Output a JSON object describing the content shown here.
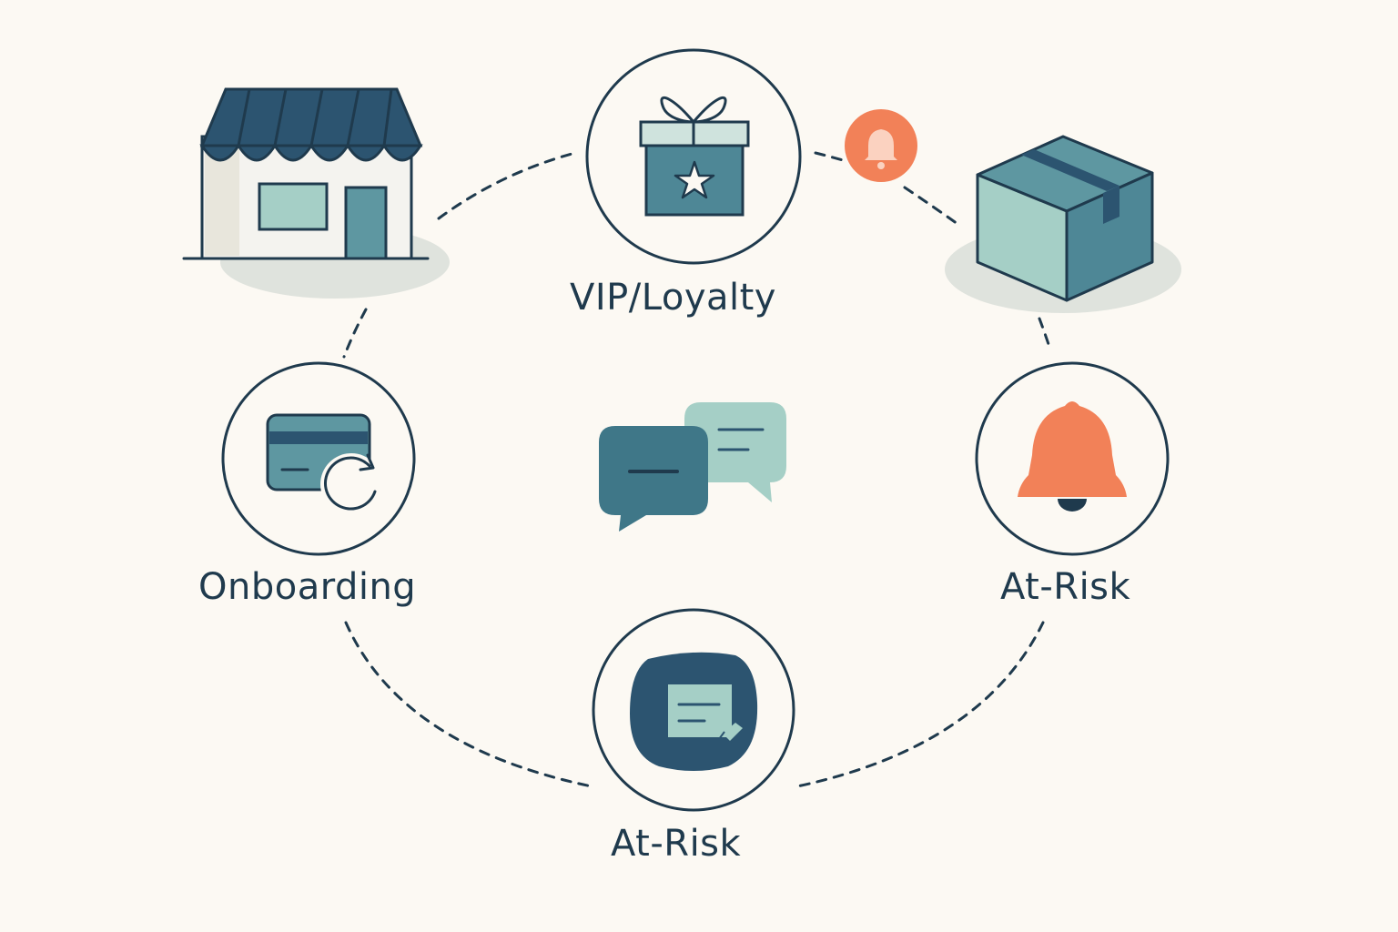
{
  "nodes": {
    "vip": {
      "label": "VIP/Loyalty",
      "icon": "gift-icon"
    },
    "onboarding": {
      "label": "Onboarding",
      "icon": "credit-card-refresh-icon"
    },
    "at_risk_right": {
      "label": "At-Risk",
      "icon": "bell-icon"
    },
    "at_risk_bottom": {
      "label": "At-Risk",
      "icon": "message-note-icon"
    },
    "store": {
      "icon": "storefront-icon"
    },
    "package": {
      "icon": "package-box-icon"
    },
    "center": {
      "icon": "chat-bubbles-icon"
    },
    "notification": {
      "icon": "notification-bell-icon"
    }
  },
  "colors": {
    "background": "#fcf9f3",
    "navy": "#2c5470",
    "teal": "#4e8796",
    "mint": "#a5cfc6",
    "coral": "#f28158",
    "outline": "#1f3a4d"
  }
}
